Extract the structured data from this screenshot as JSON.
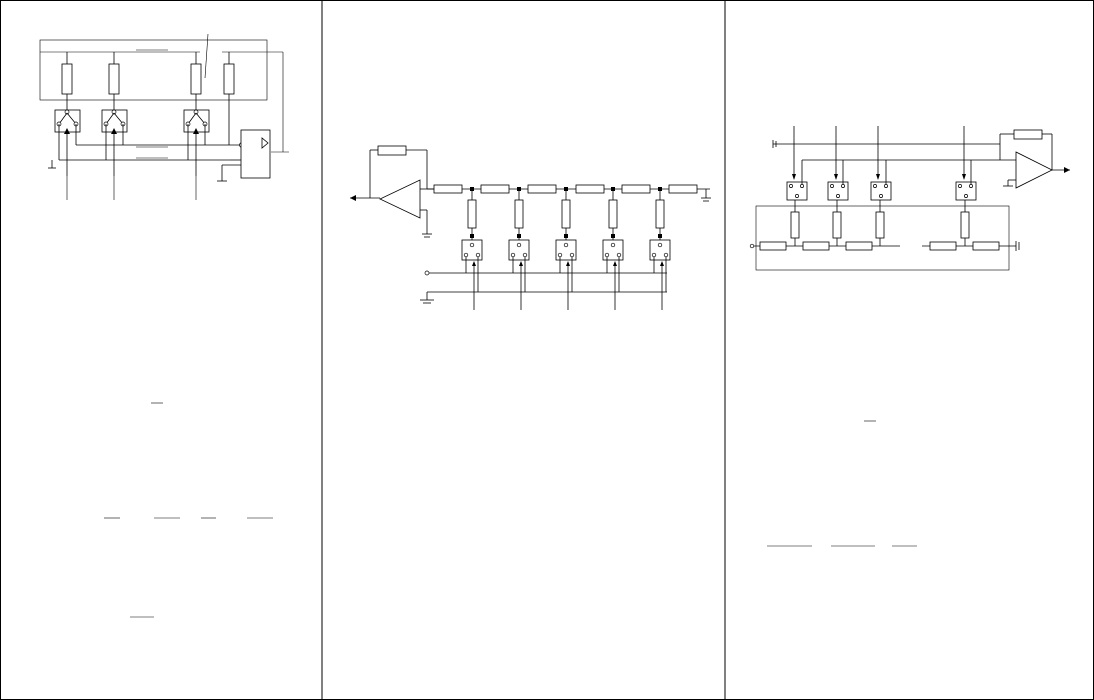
{
  "panels": [
    {
      "id": "left",
      "description_visible": false
    },
    {
      "id": "middle",
      "description_visible": false
    },
    {
      "id": "right",
      "description_visible": false
    }
  ]
}
